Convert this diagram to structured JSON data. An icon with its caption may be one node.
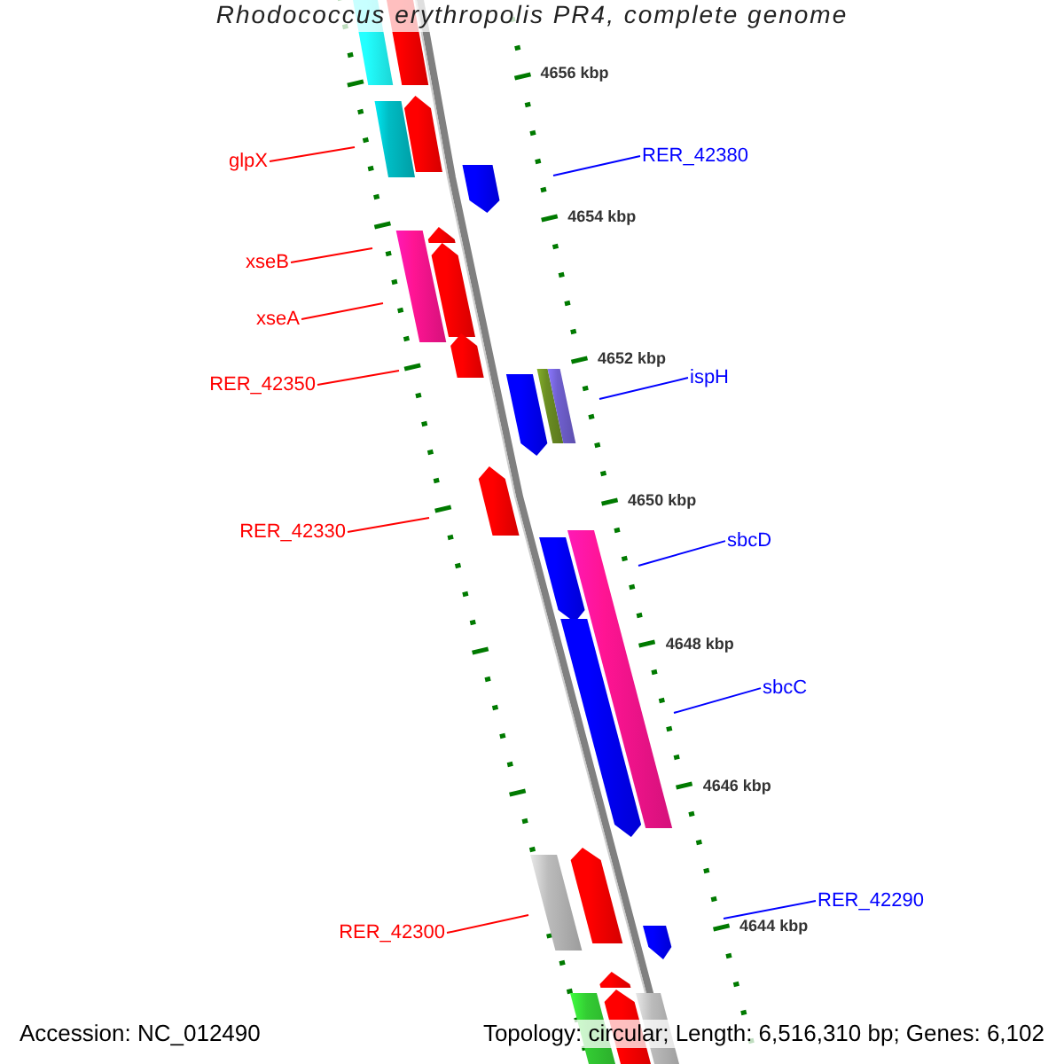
{
  "diagram": {
    "title": "Rhodococcus erythropolis PR4, complete genome",
    "nodes": [
      {
        "text": [
          "RER_42380"
        ]
      },
      {
        "text": [
          "glpX"
        ]
      },
      {
        "text": [
          "xseB"
        ]
      },
      {
        "text": [
          "xseA"
        ]
      },
      {
        "text": [
          "ispH"
        ]
      },
      {
        "text": [
          "RER_42350"
        ]
      },
      {
        "text": [
          "RER_42330"
        ]
      },
      {
        "text": [
          "sbcD"
        ]
      },
      {
        "text": [
          "sbcC"
        ]
      },
      {
        "text": [
          "RER_42290"
        ]
      },
      {
        "text": [
          "RER_42300"
        ]
      }
    ],
    "edges": [
      {
        "from": 0,
        "to": null,
        "arrow": "none",
        "color": "#0000ff"
      },
      {
        "from": 1,
        "to": null,
        "arrow": "none"
      },
      {
        "from": 2,
        "to": null,
        "arrow": "none"
      },
      {
        "from": 3,
        "to": null,
        "arrow": "none"
      },
      {
        "from": 4,
        "to": null,
        "arrow": "none",
        "color": "#0000ff"
      },
      {
        "from": 5,
        "to": null,
        "arrow": "none"
      },
      {
        "from": 6,
        "to": null,
        "arrow": "none"
      },
      {
        "from": 7,
        "to": null,
        "arrow": "none",
        "color": "#0000ff"
      },
      {
        "from": 8,
        "to": null,
        "arrow": "none",
        "color": "#0000ff"
      },
      {
        "from": 9,
        "to": null,
        "arrow": "none",
        "color": "#0000ff"
      },
      {
        "from": 10,
        "to": null,
        "arrow": "none"
      }
    ],
    "labels": [
      "4656 kbp",
      "4654 kbp",
      "4652 kbp",
      "4650 kbp",
      "4648 kbp",
      "4646 kbp",
      "4644 kbp",
      "Accession: NC_012490",
      "Topology: circular; Length: 6,516,310 bp; Genes: 6,102"
    ]
  }
}
